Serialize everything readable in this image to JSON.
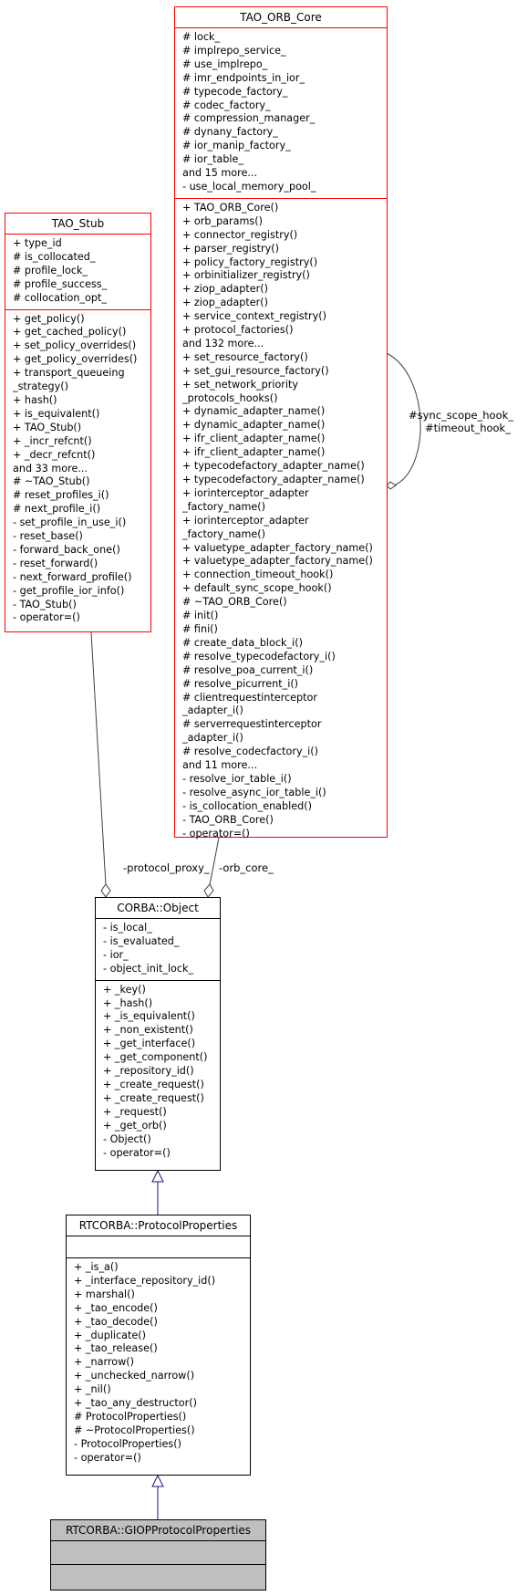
{
  "classes": {
    "tao_orb_core": {
      "name": "TAO_ORB_Core",
      "attributes": [
        "# lock_",
        "# implrepo_service_",
        "# use_implrepo_",
        "# imr_endpoints_in_ior_",
        "# typecode_factory_",
        "# codec_factory_",
        "# compression_manager_",
        "# dynany_factory_",
        "# ior_manip_factory_",
        "# ior_table_",
        "and 15 more...",
        "- use_local_memory_pool_"
      ],
      "methods": [
        "+ TAO_ORB_Core()",
        "+ orb_params()",
        "+ connector_registry()",
        "+ parser_registry()",
        "+ policy_factory_registry()",
        "+ orbinitializer_registry()",
        "+ ziop_adapter()",
        "+ ziop_adapter()",
        "+ service_context_registry()",
        "+ protocol_factories()",
        "and 132 more...",
        "+ set_resource_factory()",
        "+ set_gui_resource_factory()",
        "+ set_network_priority",
        "_protocols_hooks()",
        "+ dynamic_adapter_name()",
        "+ dynamic_adapter_name()",
        "+ ifr_client_adapter_name()",
        "+ ifr_client_adapter_name()",
        "+ typecodefactory_adapter_name()",
        "+ typecodefactory_adapter_name()",
        "+ iorinterceptor_adapter",
        "_factory_name()",
        "+ iorinterceptor_adapter",
        "_factory_name()",
        "+ valuetype_adapter_factory_name()",
        "+ valuetype_adapter_factory_name()",
        "+ connection_timeout_hook()",
        "+ default_sync_scope_hook()",
        "# ~TAO_ORB_Core()",
        "# init()",
        "# fini()",
        "# create_data_block_i()",
        "# resolve_typecodefactory_i()",
        "# resolve_poa_current_i()",
        "# resolve_picurrent_i()",
        "# clientrequestinterceptor",
        "_adapter_i()",
        "# serverrequestinterceptor",
        "_adapter_i()",
        "# resolve_codecfactory_i()",
        "and 11 more...",
        "- resolve_ior_table_i()",
        "- resolve_async_ior_table_i()",
        "- is_collocation_enabled()",
        "- TAO_ORB_Core()",
        "- operator=()"
      ]
    },
    "tao_stub": {
      "name": "TAO_Stub",
      "attributes": [
        "+ type_id",
        "# is_collocated_",
        "# profile_lock_",
        "# profile_success_",
        "# collocation_opt_"
      ],
      "methods": [
        "+ get_policy()",
        "+ get_cached_policy()",
        "+ set_policy_overrides()",
        "+ get_policy_overrides()",
        "+ transport_queueing",
        "_strategy()",
        "+ hash()",
        "+ is_equivalent()",
        "+ TAO_Stub()",
        "+ _incr_refcnt()",
        "+ _decr_refcnt()",
        "and 33 more...",
        "# ~TAO_Stub()",
        "# reset_profiles_i()",
        "# next_profile_i()",
        "- set_profile_in_use_i()",
        "- reset_base()",
        "- forward_back_one()",
        "- reset_forward()",
        "- next_forward_profile()",
        "- get_profile_ior_info()",
        "- TAO_Stub()",
        "- operator=()"
      ]
    },
    "corba_object": {
      "name": "CORBA::Object",
      "attributes": [
        "- is_local_",
        "- is_evaluated_",
        "- ior_",
        "- object_init_lock_"
      ],
      "methods": [
        "+ _key()",
        "+ _hash()",
        "+ _is_equivalent()",
        "+ _non_existent()",
        "+ _get_interface()",
        "+ _get_component()",
        "+ _repository_id()",
        "+ _create_request()",
        "+ _create_request()",
        "+ _request()",
        "+ _get_orb()",
        "- Object()",
        "- operator=()"
      ]
    },
    "protocol_properties": {
      "name": "RTCORBA::ProtocolProperties",
      "attributes": [],
      "methods": [
        "+ _is_a()",
        "+ _interface_repository_id()",
        "+ marshal()",
        "+ _tao_encode()",
        "+ _tao_decode()",
        "+ _duplicate()",
        "+ _tao_release()",
        "+ _narrow()",
        "+ _unchecked_narrow()",
        "+ _nil()",
        "+ _tao_any_destructor()",
        "# ProtocolProperties()",
        "# ~ProtocolProperties()",
        "- ProtocolProperties()",
        "- operator=()"
      ]
    },
    "giop_protocol_properties": {
      "name": "RTCORBA::GIOPProtocolProperties",
      "attributes": [],
      "methods": []
    }
  },
  "edges": {
    "self_loop_label_1": "#sync_scope_hook_",
    "self_loop_label_2": "#timeout_hook_",
    "protocol_proxy_label": "-protocol_proxy_",
    "orb_core_label": "-orb_core_"
  },
  "colors": {
    "context_border": "#ff0000",
    "class_border": "#000000",
    "focus_fill": "#bfbfbf",
    "inheritance_arrow": "#191970",
    "aggregation_line": "#404040"
  }
}
